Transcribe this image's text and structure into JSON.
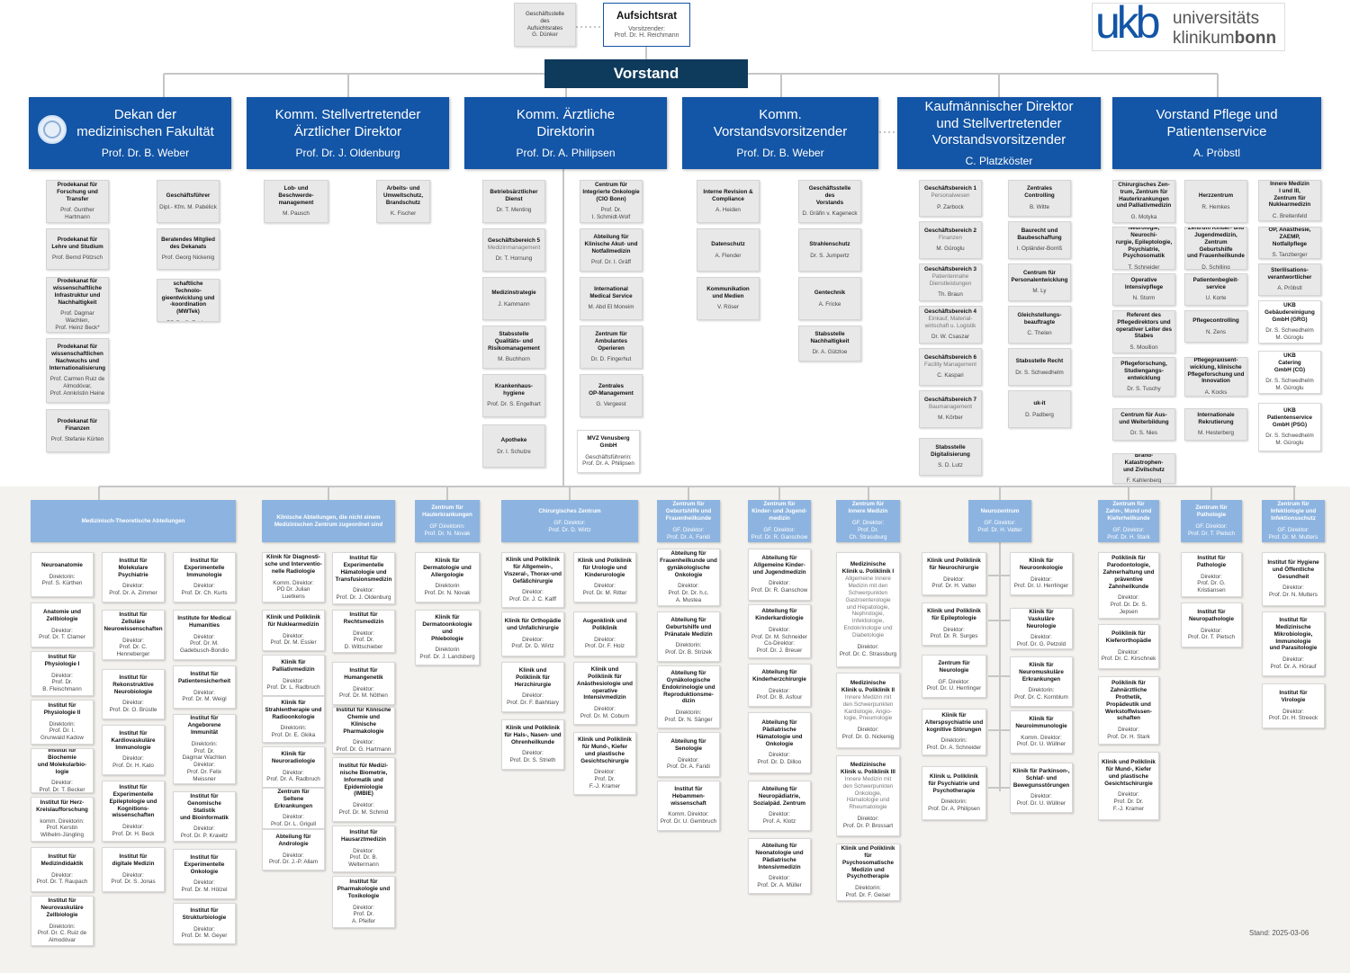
{
  "supervisory": {
    "office_title": "Geschäftsstelle\ndes\nAufsichtsrates",
    "office_person": "G. Dünker",
    "board_title": "Aufsichtsrat",
    "board_chair_label": "Vorsitzender:",
    "board_chair": "Prof. Dr. H. Reichmann"
  },
  "logo": {
    "mark": "ukb",
    "line1": "universitäts",
    "line2a": "klinikum",
    "line2b": "bonn"
  },
  "vorstand": "Vorstand",
  "stand": "Stand: 2025-03-06",
  "board": [
    {
      "title": "Dekan der\nmedizinischen Fakultät",
      "person": "Prof. Dr. B. Weber"
    },
    {
      "title": "Komm. Stellvertretender\nÄrztlicher Direktor",
      "person": "Prof. Dr. J. Oldenburg"
    },
    {
      "title": "Komm. Ärztliche\nDirektorin",
      "person": "Prof. Dr. A. Philipsen"
    },
    {
      "title": "Komm.\nVorstandsvorsitzender",
      "person": "Prof. Dr. B. Weber"
    },
    {
      "title": "Kaufmännischer Direktor\nund Stellvertretender\nVorstandsvorsitzender",
      "person": "C. Platzköster"
    },
    {
      "title": "Vorstand Pflege und\nPatientenservice",
      "person": "A. Pröbstl"
    }
  ],
  "dekan": [
    {
      "t": "Prodekanat für\nForschung und\nTransfer",
      "p": "Prof. Gunther\nHartmann"
    },
    {
      "t": "Prodekanat für\nLehre und Studium",
      "p": "Prof. Bernd Pötzsch"
    },
    {
      "t": "Prodekanat für\nwissenschaftliche\nInfrastruktur und\nNachhaltigkeit",
      "p": "Prof. Dagmar Wachten,\nProf. Heinz Beck*"
    },
    {
      "t": "Prodekanat für\nwissenschaftlichen\nNachwuchs und\nInternationalisierung",
      "p": "Prof. Carmen Ruiz de\nAlmodóvar,\nProf. Annkristin Heine"
    },
    {
      "t": "Prodekanat für\nFinanzen",
      "p": "Prof. Stefanie Kürten"
    },
    {
      "t": "Geschäftsführer",
      "p": "Dipl.- Kfm. M. Pabélick"
    },
    {
      "t": "Beratendes Mitglied\ndes Dekanats",
      "p": "Prof. Georg Nickenig"
    },
    {
      "t": "Medizinisch-Wissen-\nschaftliche Technolo-\ngieentwicklung und\n-koordination (MWTek)",
      "p": "PD Dr. S. Zenker"
    }
  ],
  "stv": [
    {
      "t": "Lob- und\nBeschwerde-\nmanagement",
      "p": "M. Pausch"
    },
    {
      "t": "Arbeits- und\nUmweltschutz,\nBrandschutz",
      "p": "K. Fischer"
    }
  ],
  "aed": [
    {
      "t": "Betriebsärztlicher\nDienst",
      "p": "Dr. T. Menting"
    },
    {
      "t": "Geschäftsbereich 5",
      "s": "Medizinmanagement",
      "p": "Dr. T. Hornung"
    },
    {
      "t": "Medizinstrategie",
      "p": "J. Kammann"
    },
    {
      "t": "Stabsstelle\nQualitäts- und\nRisikomanagement",
      "p": "M. Buchhorn"
    },
    {
      "t": "Krankenhaus-\nhygiene",
      "p": "Prof. Dr. S. Engelhart"
    },
    {
      "t": "Apotheke",
      "p": "Dr. I. Schulze"
    },
    {
      "t": "Centrum für\nIntegrierte Onkologie\n(CIO Bonn)",
      "p": "Prof. Dr.\nI. Schmidt-Wolf"
    },
    {
      "t": "Abteilung für\nKlinische Akut- und\nNotfallmedizin",
      "p": "Prof. Dr. I. Gräff"
    },
    {
      "t": "International\nMedical Service",
      "p": "M. Abd El Moneim"
    },
    {
      "t": "Zentrum für\nAmbulantes\nOperieren",
      "p": "Dr. D. Fingerhut"
    },
    {
      "t": "Zentrales\nOP-Management",
      "p": "G. Vergeest"
    },
    {
      "t": "MVZ Venusberg\nGmbH",
      "p": "Geschäftsführerin:\nProf. Dr. A. Philipsen"
    }
  ],
  "vv": [
    {
      "t": "Interne Revision &\nCompliance",
      "p": "A. Heiden"
    },
    {
      "t": "Datenschutz",
      "p": "A. Flender"
    },
    {
      "t": "Kommunikation\nund Medien",
      "p": "V. Röser"
    },
    {
      "t": "Geschäftsstelle\ndes\nVorstands",
      "p": "D. Gräfin v. Kageneck"
    },
    {
      "t": "Strahlenschutz",
      "p": "Dr. S. Jumpertz"
    },
    {
      "t": "Gentechnik",
      "p": "A. Fricke"
    },
    {
      "t": "Stabsstelle\nNachhaltigkeit",
      "p": "Dr. A. Gützloe"
    }
  ],
  "kd": [
    {
      "t": "Geschäftsbereich 1",
      "s": "Personalwesen",
      "p": "P. Zarbock"
    },
    {
      "t": "Geschäftsbereich 2",
      "s": "Finanzen",
      "p": "M. Güroglu"
    },
    {
      "t": "Geschäftsbereich 3",
      "s": "Patientennahe\nDienstleistungen",
      "p": "Th. Braun"
    },
    {
      "t": "Geschäftsbereich 4",
      "s": "Einkauf, Material-\nwirtschaft u. Logistik",
      "p": "Dr. W. Csaszar"
    },
    {
      "t": "Geschäftsbereich 6",
      "s": "Facility Management",
      "p": "C. Kaspari"
    },
    {
      "t": "Geschäftsbereich 7",
      "s": "Baumanagement",
      "p": "M. Körber"
    },
    {
      "t": "Stabsstelle\nDigitalisierung",
      "p": "S. D. Lutz"
    },
    {
      "t": "Zentrales\nControlling",
      "p": "B. Witte"
    },
    {
      "t": "Baurecht und\nBaubeschaffung",
      "p": "I. Opländer-Borriß"
    },
    {
      "t": "Centrum für\nPersonalentwicklung",
      "p": "M. Ly"
    },
    {
      "t": "Gleichstellungs-\nbeauftragte",
      "p": "C. Thelen"
    },
    {
      "t": "Stabsstelle Recht",
      "p": "Dr. S. Schwedhelm"
    },
    {
      "t": "uk-it",
      "p": "D. Padberg"
    }
  ],
  "pf": [
    {
      "t": "Chirurgisches Zen-\ntrum, Zentrum für\nHauterkrankungen\nund Palliativmedizin",
      "p": "G. Motyka"
    },
    {
      "t": "Neurologie, Neurochi-\nrurgie, Epileptologie,\nPsychiatrie,\nPsychosomatik",
      "p": "T. Schneider"
    },
    {
      "t": "Operative\nIntensivpflege",
      "p": "N. Storm"
    },
    {
      "t": "Referent des\nPflegedirektors und\noperativer Leiter des\nStabes",
      "p": "S. Moullion"
    },
    {
      "t": "Pflegeforschung,\nStudiengangs-\nentwicklung",
      "p": "Dr. S. Tuschy"
    },
    {
      "t": "Centrum für Aus-\nund Weiterbildung",
      "p": "Dr. S. Nies"
    },
    {
      "t": "Brand- Katastrophen-\nund Zivilschutz",
      "p": "F. Kahlenberg"
    },
    {
      "t": "Herzzentrum",
      "p": "R. Hemkes"
    },
    {
      "t": "Zentrum Kinder- und\nJugendmedizin,\nZentrum Geburtshilfe\nund Frauenheilkunde",
      "p": "D. Schilling"
    },
    {
      "t": "Patientenbegleit-\nservice",
      "p": "U. Korte"
    },
    {
      "t": "Pflegecontrolling",
      "p": "N. Zens"
    },
    {
      "t": "Pflegepraxisent-\nwicklung, klinische\nPflegeforschung und\nInnovation",
      "p": "A. Kocks"
    },
    {
      "t": "Internationale\nRekrutierung",
      "p": "M. Hesterberg"
    },
    {
      "t": "Innere Medizin\nI und III,\nZentrum für\nNuklearmedizin",
      "p": "C. Breitenfeld"
    },
    {
      "t": "OP, Anästhesie,\nZAEMP,\nNotfallpflege",
      "p": "S. Tanzberger"
    },
    {
      "t": "Sterilisations-\nverantwortlicher",
      "p": "A. Pröbstl"
    },
    {
      "t": "UKB\nGebäudereinigung\nGmbH (GRG)",
      "p": "Dr. S. Schwedhelm\nM. Güroglu"
    },
    {
      "t": "UKB\nCatering\nGmbH (CG)",
      "p": "Dr. S. Schwedhelm\nM. Güroglu"
    },
    {
      "t": "UKB\nPatientenservice\nGmbH (PSG)",
      "p": "Dr. S. Schwedhelm\nM. Güroglu"
    }
  ],
  "centers": [
    {
      "t": "Medizinisch-Theoretische Abteilungen",
      "p": ""
    },
    {
      "t": "Klinische Abteilungen, die nicht einem\nMedizinischen Zentrum zugeordnet sind",
      "p": ""
    },
    {
      "t": "Zentrum für\nHauterkrankungen",
      "p": "GF Direktorin:\nProf. Dr. N. Novak"
    },
    {
      "t": "Chirurgisches Zentrum",
      "p": "GF. Direktor:\nProf. Dr. D. Wirtz"
    },
    {
      "t": "Zentrum für\nGeburtshilfe und\nFrauenheilkunde",
      "p": "GF. Direktor:\nProf. Dr. A. Faridi"
    },
    {
      "t": "Zentrum für\nKinder- und Jugend-\nmedizin",
      "p": "GF. Direktor:\nProf. Dr. R. Ganschow"
    },
    {
      "t": "Zentrum für\nInnere Medizin",
      "p": "GF. Direktor:\nProf. Dr.\nCh. Strassburg"
    },
    {
      "t": "Neurozentrum",
      "p": "GF. Direktor:\nProf. Dr. H. Vatter"
    },
    {
      "t": "Zentrum für\nZahn-, Mund und\nKieferheilkunde",
      "p": "GF. Direktor:\nProf. Dr. H. Stark"
    },
    {
      "t": "Zentrum für\nPathologie",
      "p": "GF. Direktor:\nProf. Dr. T. Pietsch"
    },
    {
      "t": "Zentrum für\nInfektiologie und\nInfektionsschutz",
      "p": "GF. Direktor:\nProf. Dr. M. Mutters"
    }
  ],
  "theo": [
    {
      "t": "Neuroanatomie",
      "p": "Direktorin:\nProf. S. Kürthen"
    },
    {
      "t": "Anatomie und\nZellbiologie",
      "p": "Direktor:\nProf. Dr. T. Clamer"
    },
    {
      "t": "Institut für\nPhysiologie I",
      "p": "Direktor:\nProf. Dr.\nB. Fleischmann"
    },
    {
      "t": "Institut für\nPhysiologie II",
      "p": "Direktorin:\nProf. Dr. I.\nGrunwald Kadow"
    },
    {
      "t": "Institut für Biochemie\nund Molekularbio-\nlogie",
      "p": "Direktor:\nProf. Dr. T. Becker"
    },
    {
      "t": "Institut für Herz-\nKreislaufforschung",
      "p": "komm. Direktorin:\nProf. Kerstin\nWilhelm-Jüngling"
    },
    {
      "t": "Institut für\nMedizindidaktik",
      "p": "Direktor:\nProf. Dr. T. Raupach"
    },
    {
      "t": "Institut für\nNeurovaskuläre\nZellbiologie",
      "p": "Direktorin:\nProf. Dr. C. Ruiz de\nAlmodóvar"
    },
    {
      "t": "Institut für\nMolekulare\nPsychiatrie",
      "p": "Direktor:\nProf. Dr. A. Zimmer"
    },
    {
      "t": "Institut für\nZelluläre\nNeurowissenschaften",
      "p": "Direktor:\nProf. Dr. C.\nHenneberger"
    },
    {
      "t": "Institut für\nRekonstruktive\nNeurobiologie",
      "p": "Direktor:\nProf. Dr. O. Brüstle"
    },
    {
      "t": "Institut für\nKardiovaskuläre\nImmunologie",
      "p": "Direktor:\nProf. Dr. H. Kato"
    },
    {
      "t": "Institut für\nExperimentelle\nEpileptologie und\nKognitions-\nwissenschaften",
      "p": "Direktor:\nProf. Dr. H. Beck"
    },
    {
      "t": "Institut für\ndigitale Medizin",
      "p": "Direktor:\nProf. Dr. S. Jonas"
    },
    {
      "t": "Institut für\nExperimentelle\nImmunologie",
      "p": "Direktor:\nProf. Dr. Ch. Kurts"
    },
    {
      "t": "Institute for Medical\nHumanities",
      "p": "Direktor:\nProf. Dr. M.\nGadebusch-Bondio"
    },
    {
      "t": "Institut für\nPatientensicherheit",
      "p": "Direktor:\nProf. Dr. M. Weigl"
    },
    {
      "t": "Institut für\nAngeborene\nImmunität",
      "p": "Direktorin:\nProf. Dr.\nDagmar Wachten\nDirektor:\nProf. Dr. Felix Meissner"
    },
    {
      "t": "Institut für\nGenomische Statistik\nund Bioinformatik",
      "p": "Direktor:\nProf. Dr. P. Krawitz"
    },
    {
      "t": "Institut für\nExperimentelle\nOnkologie",
      "p": "Direktor:\nProf. Dr. M. Hölzel"
    },
    {
      "t": "Institut für\nStrukturbiologie",
      "p": "Direktor:\nProf. Dr. M. Geyer"
    }
  ],
  "klin": [
    {
      "t": "Klinik für Diagnosti-\nsche und Interventio-\nnelle Radiologie",
      "p": "Komm. Direktor:\nPD Dr. Julian Luetkens"
    },
    {
      "t": "Klinik und Poliklinik\nfür Nuklearmedizin",
      "p": "Direktor:\nProf. Dr. M. Essler"
    },
    {
      "t": "Klinik für\nPalliativmedizin",
      "p": "Direktor:\nProf. Dr. L. Radbruch"
    },
    {
      "t": "Klinik für\nStrahlentherapie und\nRadioonkologie",
      "p": "Direktorin:\nProf. Dr. E. Gkika"
    },
    {
      "t": "Klinik für\nNeuroradiologie",
      "p": "Direktor:\nProf. Dr. A. Radbruch"
    },
    {
      "t": "Zentrum für\nSeltene Erkrankungen",
      "p": "Direktor:\nProf. Dr. L. Grigull"
    },
    {
      "t": "Abteilung für\nAndrologie",
      "p": "Direktor:\nProf. Dr. J.-P. Allam"
    },
    {
      "t": "Institut für\nExperimentelle\nHämatologie und\nTransfusionsmedizin",
      "p": "Direktor:\nProf. Dr. J. Oldenburg"
    },
    {
      "t": "Institut für\nRechtsmedizin",
      "p": "Direktor:\nProf. Dr.\nD. Wittschieber"
    },
    {
      "t": "Institut für\nHumangenetik",
      "p": "Direktor:\nProf. Dr. M. Nöthen"
    },
    {
      "t": "Institut für Klinische\nChemie und Klinische\nPharmakologie",
      "p": "Direktor:\nProf. Dr. G. Hartmann"
    },
    {
      "t": "Institut für Medizi-\nnische Biometrie,\nInformatik und\nEpidemiologie\n(IMBIE)",
      "p": "Direktor:\nProf. Dr. M. Schmid"
    },
    {
      "t": "Institut für\nHausarztmedizin",
      "p": "Direktor:\nProf. Dr. B.\nWeltermann"
    },
    {
      "t": "Institut für\nPharmakologie und\nToxikologie",
      "p": "Direktor:\nProf. Dr.\nA. Pfeifer"
    }
  ],
  "haut": [
    {
      "t": "Klinik für\nDermatologie und\nAllergologie",
      "p": "Direktorin\nProf. Dr. N. Novak"
    },
    {
      "t": "Klinik für\nDermatoonkologie\nund\nPhlebologie",
      "p": "Direktorin\nProf. Dr. J. Landsberg"
    }
  ],
  "chir": [
    {
      "t": "Klinik und Poliklinik\nfür Allgemein-,\nViszeral-, Thorax-und\nGefäßchirurgie",
      "p": "Direktor:\nProf. Dr. J. C. Kalff"
    },
    {
      "t": "Klinik für Orthopädie\nund Unfallchirurgie",
      "p": "Direktor:\nProf. Dr. D. Wirtz"
    },
    {
      "t": "Klinik und\nPoliklinik für\nHerzchirurgie",
      "p": "Direktor:\nProf. Dr. F. Bakhtiary"
    },
    {
      "t": "Klinik und Poliklinik\nfür Hals-, Nasen- und\nOhrenheilkunde",
      "p": "Direktor:\nProf. Dr. S. Strieth"
    },
    {
      "t": "Klinik und Poliklinik\nfür Urologie und\nKinderurologie",
      "p": "Direktor:\nProf. Dr. M. Ritter"
    },
    {
      "t": "Augenklinik und\nPoliklinik",
      "p": "Direktor:\nProf. Dr. F. Holz"
    },
    {
      "t": "Klinik und\nPoliklinik für\nAnästhesiologie und\noperative\nIntensivmedizin",
      "p": "Direktor:\nProf. Dr. M. Coburn"
    },
    {
      "t": "Klinik und Poliklinik\nfür Mund-, Kiefer\nund plastische\nGesichtschirurgie",
      "p": "Direktor:\nProf. Dr.\nF.-J. Kramer"
    }
  ],
  "geb": [
    {
      "t": "Abteilung für\nFrauenheilkunde und\ngynäkologische\nOnkologie",
      "p": "Direktor:\nProf. Dr. Dr. h.c.\nA. Mustea"
    },
    {
      "t": "Abteilung für\nGeburtshilfe und\nPränatale Medizin",
      "p": "Direktorin:\nProf. Dr. B. Strizek"
    },
    {
      "t": "Abteilung für\nGynäkologische\nEndokrinologie und\nReproduktionsme-\ndizin",
      "p": "Direktorin:\nProf. Dr. N. Sänger"
    },
    {
      "t": "Abteilung für\nSenologie",
      "p": "Direktor:\nProf. Dr. A. Faridi"
    },
    {
      "t": "Institut für\nHebammen-\nwissenschaft",
      "p": "Komm. Direktor:\nProf. Dr. U. Gembruch"
    }
  ],
  "kind": [
    {
      "t": "Abteilung für\nAllgemeine Kinder-\nund Jugendmedizin",
      "p": "Direktor:\nProf. Dr. R. Ganschow"
    },
    {
      "t": "Abteilung für\nKinderkardiologie",
      "p": "Direktor:\nProf. Dr. M. Schneider\nCo-Direktor:\nProf. Dr. J. Breuer"
    },
    {
      "t": "Abteilung für\nKinderherzchirurgie",
      "p": "Direktor:\nProf. Dr. B. Asfour"
    },
    {
      "t": "Abteilung für\nPädiatrische\nHämatologie und\nOnkologie",
      "p": "Direktor:\nProf. Dr. D. Dilloo"
    },
    {
      "t": "Abteilung für\nNeuropädiatrie,\nSozialpäd. Zentrum",
      "p": "Direktor:\nProf. A. Klotz"
    },
    {
      "t": "Abteilung für\nNeonatologie und\nPädiatrische\nIntensivmedizin",
      "p": "Direktor:\nProf. Dr. A. Müller"
    }
  ],
  "inn": [
    {
      "t": "Medizinische\nKlinik u. Poliklinik I",
      "s": "Allgemeine Innere\nMedizin mit den\nSchwerpunkten\nGastroenterologie\nund Hepatologie,\nNephrologie,\nInfektiologie,\nEndokrinologie und\nDiabetologie",
      "p": "Direktor:\nProf. Dr. C. Strassburg"
    },
    {
      "t": "Medizinische\nKlinik u. Poliklinik II",
      "s": "Innere Medizin mit\nden Schwerpunkten\nKardiologie, Angio-\nlogie, Pneumologie",
      "p": "Direktor:\nProf. Dr. G. Nickenig"
    },
    {
      "t": "Medizinische\nKlinik u. Poliklinik III",
      "s": "Innere Medizin mit\nden Schwerpunkten\nOnkologie,\nHämatologie und\nRheumatologie",
      "p": "Direktor:\nProf. Dr. P. Brossart"
    },
    {
      "t": "Klinik und Poliklinik\nfür Psychosomatische\nMedizin und\nPsychotherapie",
      "p": "Direktorin:\nProf. Dr. F. Geiser"
    }
  ],
  "neuro": [
    {
      "t": "Klinik und Poliklinik\nfür Neurochirurgie",
      "p": "Direktor:\nProf. Dr. H. Vatter"
    },
    {
      "t": "Klinik und Poliklinik\nfür Epileptologie",
      "p": "Direktor:\nProf. Dr. R. Surges"
    },
    {
      "t": "Zentrum für\nNeurologie",
      "p": "GF. Direktor:\nProf. Dr. U. Herrlinger"
    },
    {
      "t": "Klinik für\nAlterspsychiatrie und\nkognitive Störungen",
      "p": "Direktorin:\nProf. Dr. A. Schneider"
    },
    {
      "t": "Klinik u. Poliklinik\nfür Psychiatrie und\nPsychotherapie",
      "p": "Direktorin:\nProf. Dr. A. Philipsen"
    },
    {
      "t": "Klinik für\nNeuroonkologie",
      "p": "Direktor:\nProf. Dr. U. Herrlinger"
    },
    {
      "t": "Klinik für\nVaskuläre Neurologie",
      "p": "Direktor:\nProf. Dr. G. Petzold"
    },
    {
      "t": "Klinik für\nNeuromuskuläre\nErkrankungen",
      "p": "Direktorin:\nProf. Dr. C. Kornblum"
    },
    {
      "t": "Klinik für\nNeuroimmunologie",
      "p": "Komm. Direktor:\nProf. Dr. U. Wüllner"
    },
    {
      "t": "Klinik für Parkinson-,\nSchlaf- und\nBewegunsstörungen",
      "p": "Direktor:\nProf. Dr. U. Wüllner"
    }
  ],
  "zahn": [
    {
      "t": "Poliklinik für\nParodontologie,\nZahnerhaltung und\npräventive\nZahnheilkunde",
      "p": "Direktor:\nProf. Dr. Dr. S. Jepsen"
    },
    {
      "t": "Poliklinik für\nKieferorthopädie",
      "p": "Direktor:\nProf. Dr. C. Kirschnek"
    },
    {
      "t": "Poliklinik für\nZahnärztliche\nProthetik,\nPropädeutik und\nWerkstoffwissen-\nschaften",
      "p": "Direktor:\nProf. Dr. H. Stark"
    },
    {
      "t": "Klinik und Poliklinik\nfür Mund-, Kiefer\nund plastische\nGesichtschirurgie",
      "p": "Direktor:\nProf. Dr. Dr.\nF.-J. Kramer"
    }
  ],
  "patho": [
    {
      "t": "Institut für\nPathologie",
      "p": "Direktor:\nProf. Dr. G. Kristiansen"
    },
    {
      "t": "Institut für\nNeuropathologie",
      "p": "Direktor:\nProf. Dr. T. Pietsch"
    }
  ],
  "infekt": [
    {
      "t": "Institut für Hygiene\nund Öffentliche\nGesundheit",
      "p": "Direktor:\nProf. Dr. N. Mutters"
    },
    {
      "t": "Institut für\nMedizinische\nMikrobiologie,\nImmunologie\nund Parasitologie",
      "p": "Direktor:\nProf. Dr. A. Hörauf"
    },
    {
      "t": "Institut für\nVirologie",
      "p": "Direktor:\nProf. Dr. H. Streeck"
    }
  ]
}
